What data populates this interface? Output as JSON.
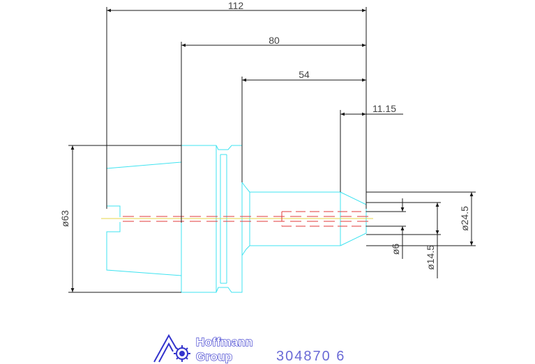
{
  "dimensions": {
    "overall_length": "112",
    "body_length": "80",
    "shank_length": "54",
    "tip_length": "11.15",
    "body_diameter": "ø63",
    "outer_diameter": "ø24.5",
    "inner_diameter": "ø14.5",
    "bore_diameter": "ø6"
  },
  "footer": {
    "brand_line1": "Hoffmann",
    "brand_line2": "Group",
    "part_number": "304870 6"
  },
  "colors": {
    "part_outline": "#3fe3f0",
    "dimension_line": "#1a1a1a",
    "centerline_red": "#e23a3a",
    "centerline_yellow": "#e6d64a",
    "brand_blue": "#3333cc",
    "part_number_text": "#6a6ad6"
  }
}
